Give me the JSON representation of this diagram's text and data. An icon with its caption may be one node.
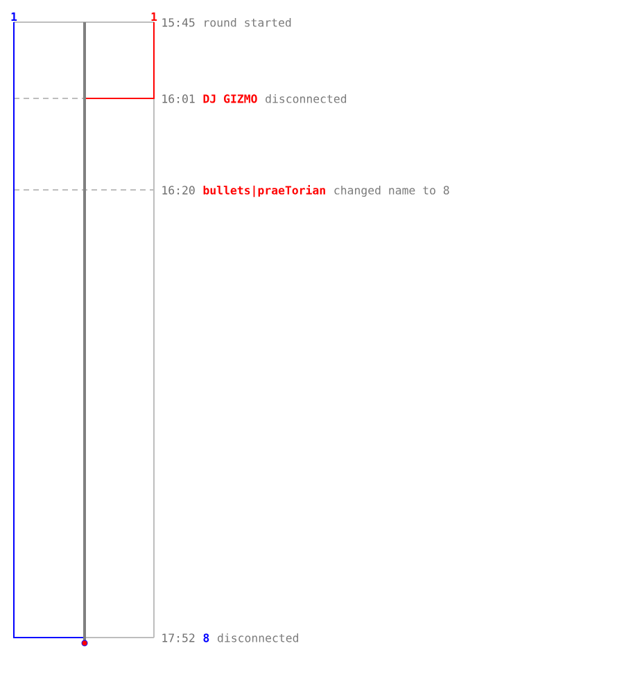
{
  "diagram": {
    "labels": [
      "1",
      "1",
      "15:45",
      "round started",
      "16:01",
      "DJ GIZMO",
      "disconnected",
      "16:20",
      "bullets|praeTorian",
      "changed name to 8",
      "17:52",
      "8",
      "disconnected"
    ]
  }
}
